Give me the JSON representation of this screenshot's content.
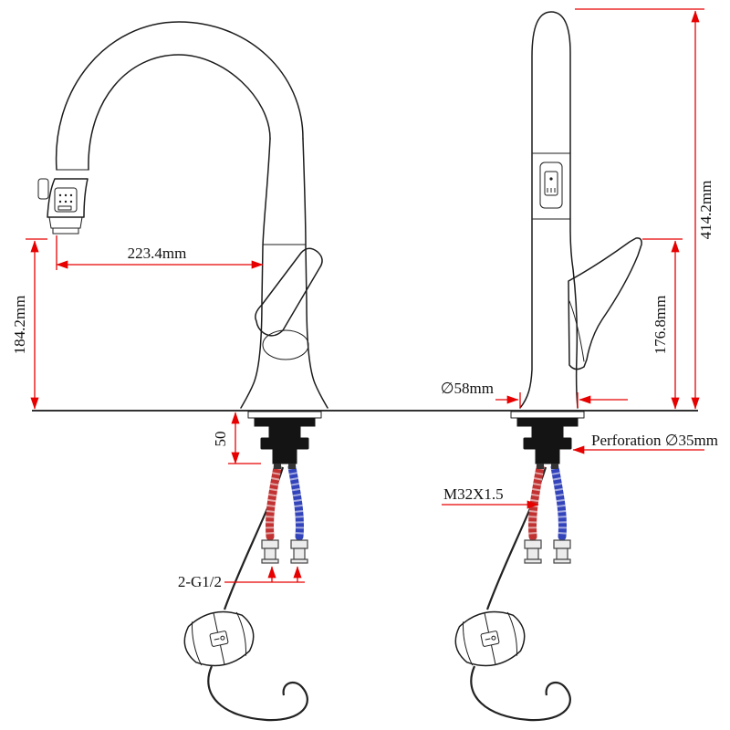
{
  "views": {
    "front": {
      "spout_reach_label": "223.4mm",
      "spout_height_label": "184.2mm",
      "deck_shank_label": "50",
      "hose_thread_label": "2-G1/2"
    },
    "side": {
      "overall_height_label": "414.2mm",
      "handle_height_label": "176.8mm",
      "base_diameter_label": "∅58mm",
      "perforation_label": "Perforation ∅35mm",
      "shank_thread_label": "M32X1.5"
    }
  },
  "colors": {
    "dimension_red": "#e60000",
    "hot_hose_red": "#c13333",
    "cold_hose_blue": "#3344bb",
    "outline_black": "#1c1c1c"
  }
}
